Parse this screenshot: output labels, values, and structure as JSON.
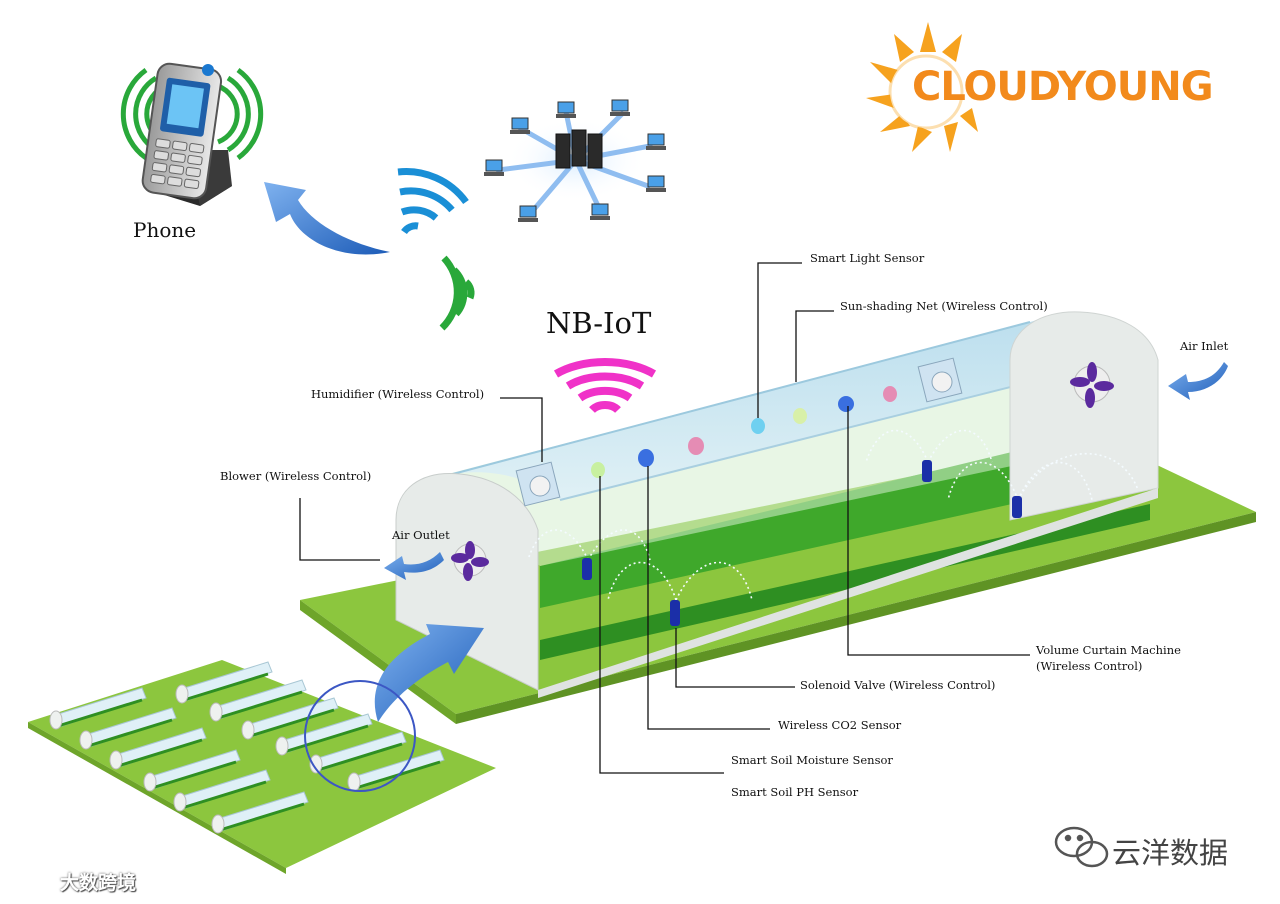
{
  "brand": {
    "name": "CLOUDYOUNG",
    "colors": {
      "sun": "#f6a21e",
      "text": "#f28a1c"
    }
  },
  "phone_label": "Phone",
  "network_label": "NB-IoT",
  "colors": {
    "field": "#8cc63e",
    "crop": "#3fa82b",
    "greenhouse": "#e7ebe9",
    "roof": "#bfe3f2",
    "wifi_blue": "#1a8fd6",
    "wifi_green": "#29a83a",
    "wifi_pink": "#f032c8",
    "arrow": "#3b7fd0"
  },
  "callouts": {
    "light_sensor": "Smart Light Sensor",
    "shading_net": "Sun-shading Net (Wireless Control)",
    "humidifier": "Humidifier (Wireless Control)",
    "blower": "Blower (Wireless Control)",
    "air_outlet": "Air Outlet",
    "air_inlet": "Air Inlet",
    "curtain_machine_line1": "Volume Curtain Machine",
    "curtain_machine_line2": "(Wireless Control)",
    "solenoid_valve": "Solenoid Valve (Wireless Control)",
    "co2_sensor": "Wireless CO2 Sensor",
    "soil_moisture": "Smart Soil Moisture Sensor",
    "soil_ph": "Smart Soil PH Sensor"
  },
  "watermarks": {
    "right": "云洋数据",
    "left": "大数跨境"
  },
  "icons": [
    "mobile-phone-icon",
    "server-network-icon",
    "wifi-signal-icon",
    "fan-icon",
    "sprinkler-icon",
    "wechat-icon",
    "sun-logo-icon"
  ]
}
